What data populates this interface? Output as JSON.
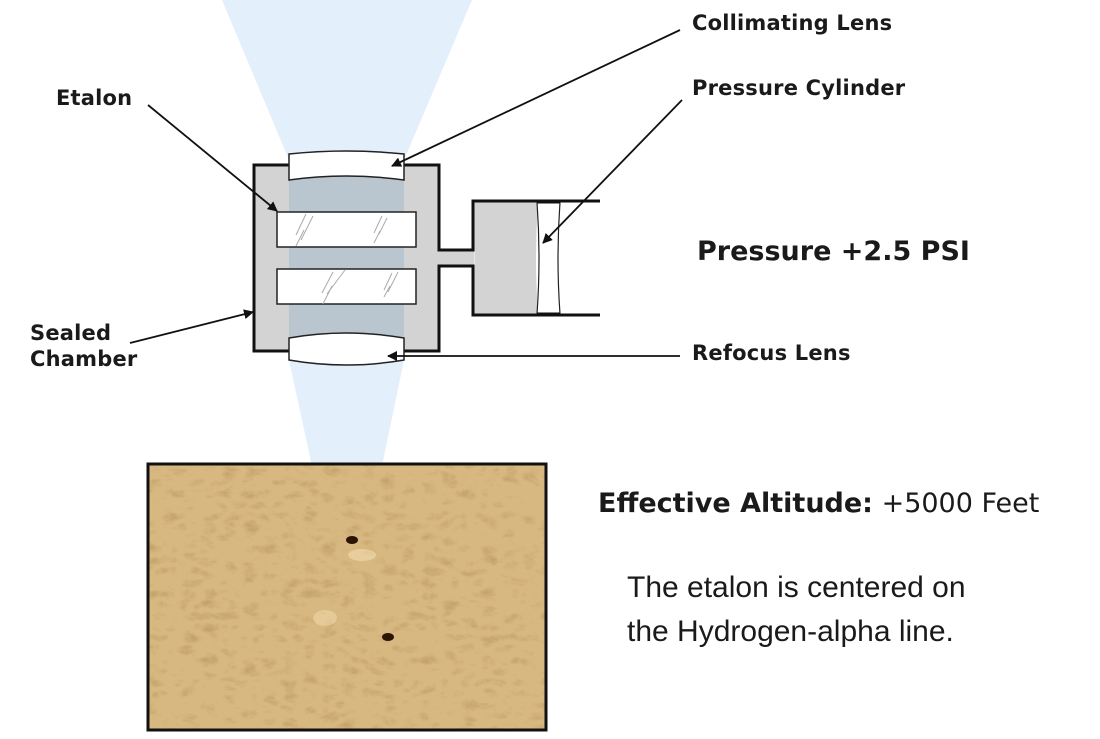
{
  "labels": {
    "collimating_lens": "Collimating Lens",
    "etalon": "Etalon",
    "pressure_cylinder": "Pressure Cylinder",
    "sealed_chamber_line1": "Sealed",
    "sealed_chamber_line2": "Chamber",
    "refocus_lens": "Refocus Lens"
  },
  "pressure": "Pressure +2.5 PSI",
  "altitude": {
    "label": "Effective Altitude:",
    "value": "+5000 Feet"
  },
  "caption": {
    "line1": "The etalon is centered on",
    "line2": "the Hydrogen-alpha line."
  },
  "colors": {
    "light_beam": "#e3effb",
    "chamber_fill": "#d3d3d3",
    "beam_in_chamber": "#b9c6d0",
    "solar_tone": "#b07a3a"
  }
}
